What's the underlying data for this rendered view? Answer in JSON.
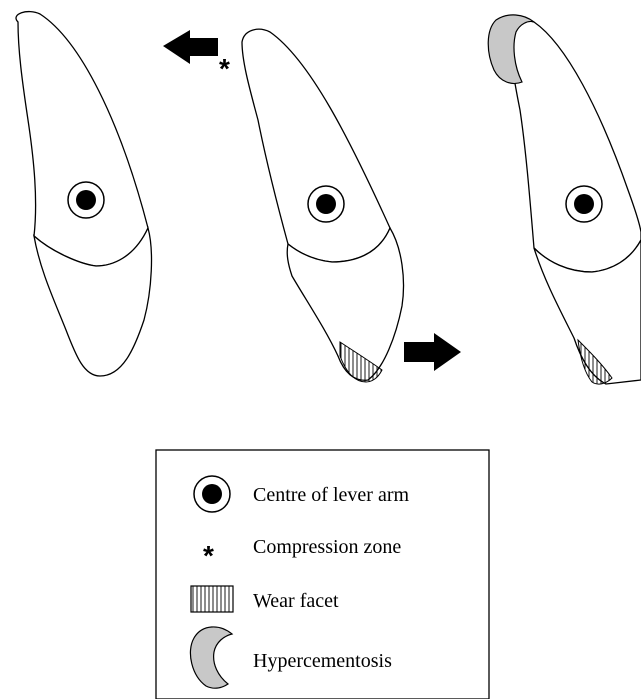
{
  "legend": {
    "items": [
      {
        "icon": "lever-arm-centre-icon",
        "label": "Centre of lever arm"
      },
      {
        "icon": "asterisk-icon",
        "label": "Compression zone"
      },
      {
        "icon": "hatched-box-icon",
        "label": "Wear facet"
      },
      {
        "icon": "crescent-icon",
        "label": "Hypercementosis"
      }
    ]
  },
  "compression_marker": "*",
  "colors": {
    "outline": "#000000",
    "fill": "#ffffff",
    "hypercementosis_fill": "#c8c8c8"
  }
}
